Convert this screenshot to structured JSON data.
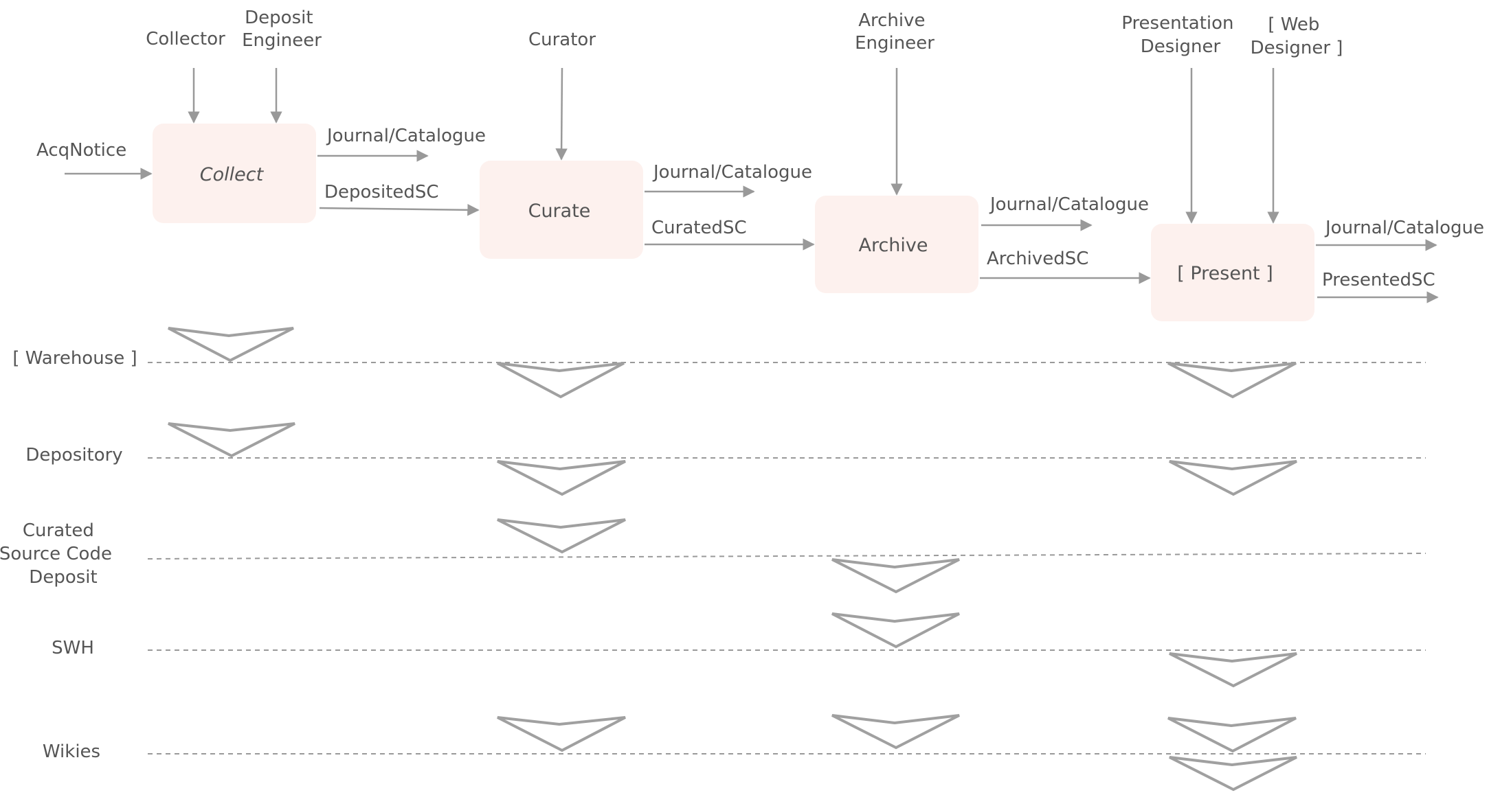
{
  "roles": {
    "collector": [
      "Collector"
    ],
    "deposit_engineer": [
      "Deposit",
      "Engineer"
    ],
    "curator": [
      "Curator"
    ],
    "archive_engineer": [
      "Archive",
      "Engineer"
    ],
    "presentation_designer": [
      "Presentation",
      "Designer"
    ],
    "web_designer": [
      "[ Web",
      "Designer ]"
    ]
  },
  "inputs": {
    "acq_notice": "AcqNotice"
  },
  "processes": {
    "collect": "Collect",
    "curate": "Curate",
    "archive": "Archive",
    "present": "[ Present ]"
  },
  "flows": {
    "collect_journal": "Journal/Catalogue",
    "collect_output": "DepositedSC",
    "curate_journal": "Journal/Catalogue",
    "curate_output": "CuratedSC",
    "archive_journal": "Journal/Catalogue",
    "archive_output": "ArchivedSC",
    "present_journal": "Journal/Catalogue",
    "present_output": "PresentedSC"
  },
  "stores": {
    "warehouse": [
      "[ Warehouse ]"
    ],
    "depository": [
      "Depository"
    ],
    "curated_deposit": [
      "Curated",
      "Source Code",
      "Deposit"
    ],
    "swh": [
      "SWH"
    ],
    "wikies": [
      "Wikies"
    ]
  },
  "colors": {
    "process_fill": "#fdf1ee",
    "line": "#999999",
    "text": "#555555"
  }
}
